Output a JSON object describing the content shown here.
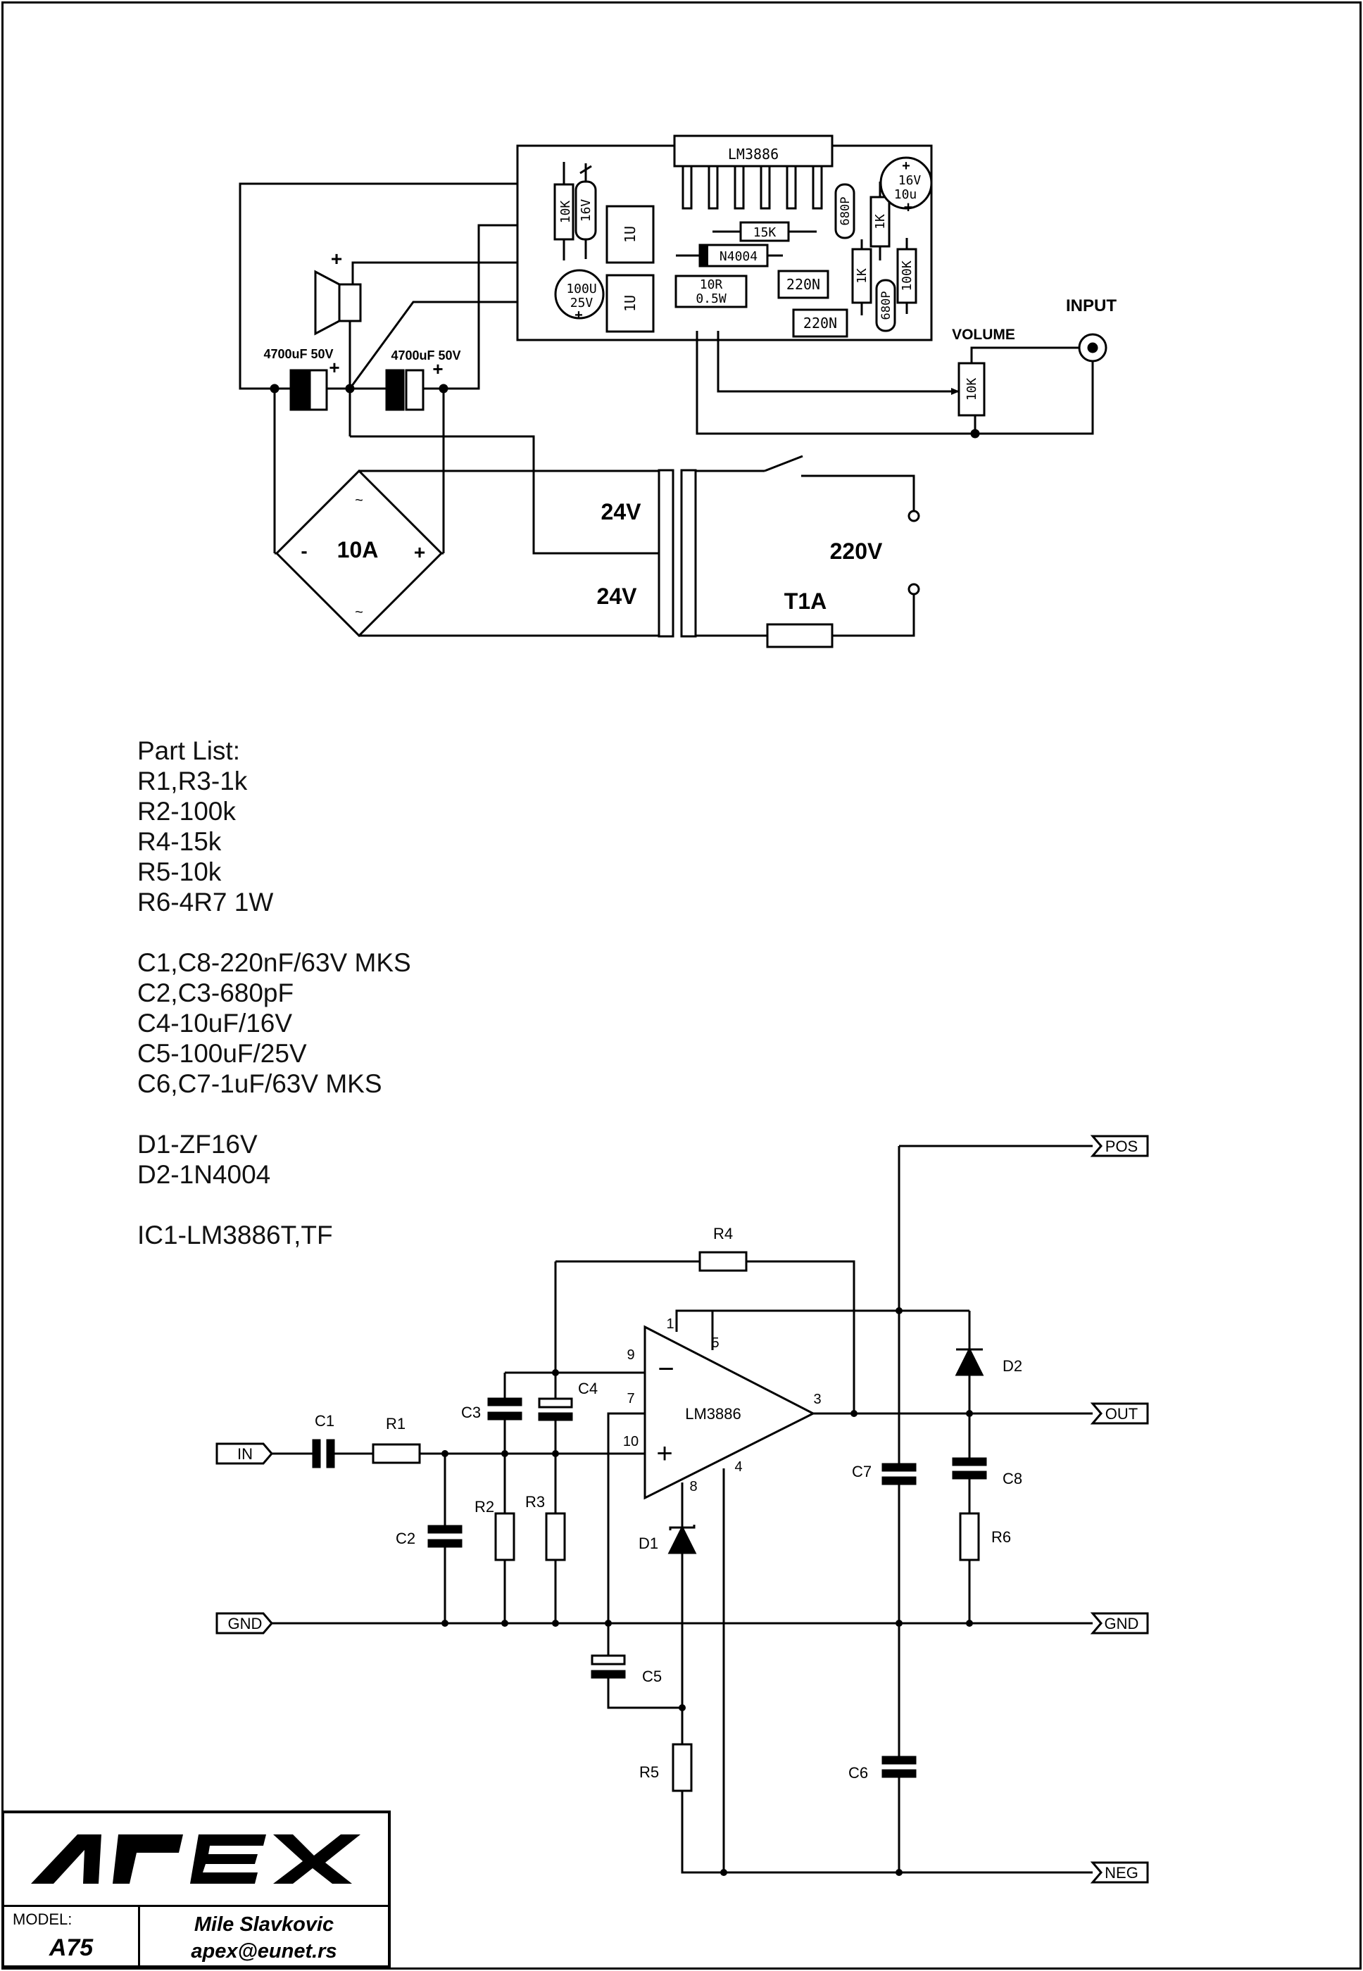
{
  "layout_diagram": {
    "ic_label": "LM3886",
    "labels": {
      "r_10k": "10K",
      "c_16v": "16V",
      "c_1u_a": "1U",
      "c_1u_b": "1U",
      "r_15k": "15K",
      "d_n4004": "N4004",
      "c_16v10u_a": "16V",
      "c_16v10u_b": "10u",
      "c_680p_a": "680P",
      "c_680p_b": "680P",
      "r_1k_a": "1K",
      "r_1k_b": "1K",
      "r_100k": "100K",
      "c_100u_a": "100U",
      "c_100u_b": "25V",
      "r_10r_a": "10R",
      "r_10r_b": "0.5W",
      "c_220n_a": "220N",
      "c_220n_b": "220N",
      "cap_left": "4700uF 50V",
      "cap_right": "4700uF 50V",
      "plus": "+",
      "minus": "-",
      "tilde": "~",
      "bridge": "10A",
      "sec_top": "24V",
      "sec_bottom": "24V",
      "mains": "220V",
      "fuse": "T1A",
      "volume": "VOLUME",
      "pot": "10K",
      "input": "INPUT"
    }
  },
  "part_list": [
    "Part List:",
    "R1,R3-1k",
    "R2-100k",
    "R4-15k",
    "R5-10k",
    "R6-4R7 1W",
    "",
    "C1,C8-220nF/63V MKS",
    "C2,C3-680pF",
    "C4-10uF/16V",
    "C5-100uF/25V",
    "C6,C7-1uF/63V MKS",
    "",
    "D1-ZF16V",
    "D2-1N4004",
    "",
    "IC1-LM3886T,TF"
  ],
  "schematic": {
    "ic_label": "LM3886",
    "ports": {
      "in": "IN",
      "gnd_left": "GND",
      "pos": "POS",
      "out": "OUT",
      "gnd_right": "GND",
      "neg": "NEG"
    },
    "pins": {
      "p1": "1",
      "p5": "5",
      "p9": "9",
      "p7": "7",
      "p10": "10",
      "p3": "3",
      "p8": "8",
      "p4": "4"
    },
    "signs": {
      "minus": "−",
      "plus": "+"
    },
    "components": {
      "c1": "C1",
      "r1": "R1",
      "c2": "C2",
      "c3": "C3",
      "c4": "C4",
      "r2": "R2",
      "r3": "R3",
      "r4": "R4",
      "c5": "C5",
      "r5": "R5",
      "d1": "D1",
      "d2": "D2",
      "c7": "C7",
      "c8": "C8",
      "r6": "R6",
      "c6": "C6"
    }
  },
  "title_block": {
    "logo": "APEX",
    "model_label": "MODEL:",
    "model_value": "A75",
    "author": "Mile Slavkovic",
    "email": "apex@eunet.rs"
  }
}
